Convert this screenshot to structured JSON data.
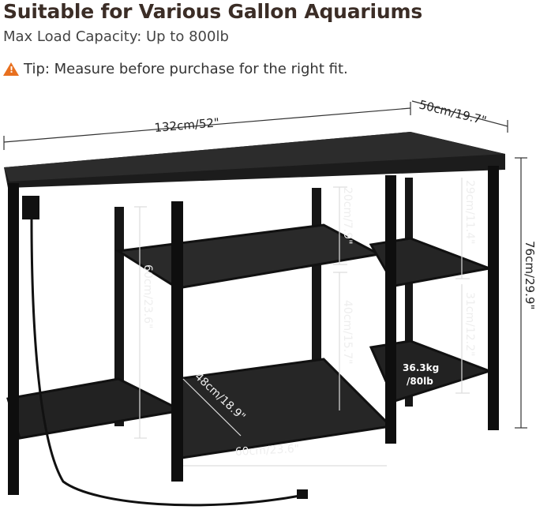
{
  "header": {
    "title": "Suitable for Various Gallon Aquariums",
    "subtitle": "Max Load Capacity: Up to 800lb",
    "tip": "Tip: Measure before purchase for the right fit.",
    "tip_icon": "warning-triangle-icon"
  },
  "dimensions": {
    "length": "132cm/52\"",
    "depth": "50cm/19.7\"",
    "height": "76cm/29.9\"",
    "top_shelf_gap": "20cm/7.9\"",
    "right_upper_gap": "29cm/11.4\"",
    "left_height": "60cm/23.6\"",
    "middle_lower_gap": "40cm/15.7\"",
    "right_lower_gap": "31cm/12.2\"",
    "shelf_depth": "48cm/18.9\"",
    "shelf_width": "60cm/23.6\""
  },
  "load": {
    "line1": "36.3kg",
    "line2": "/80lb"
  },
  "colors": {
    "accent": "#e8701f",
    "wood": "#1e1e1e",
    "frame": "#111111"
  }
}
